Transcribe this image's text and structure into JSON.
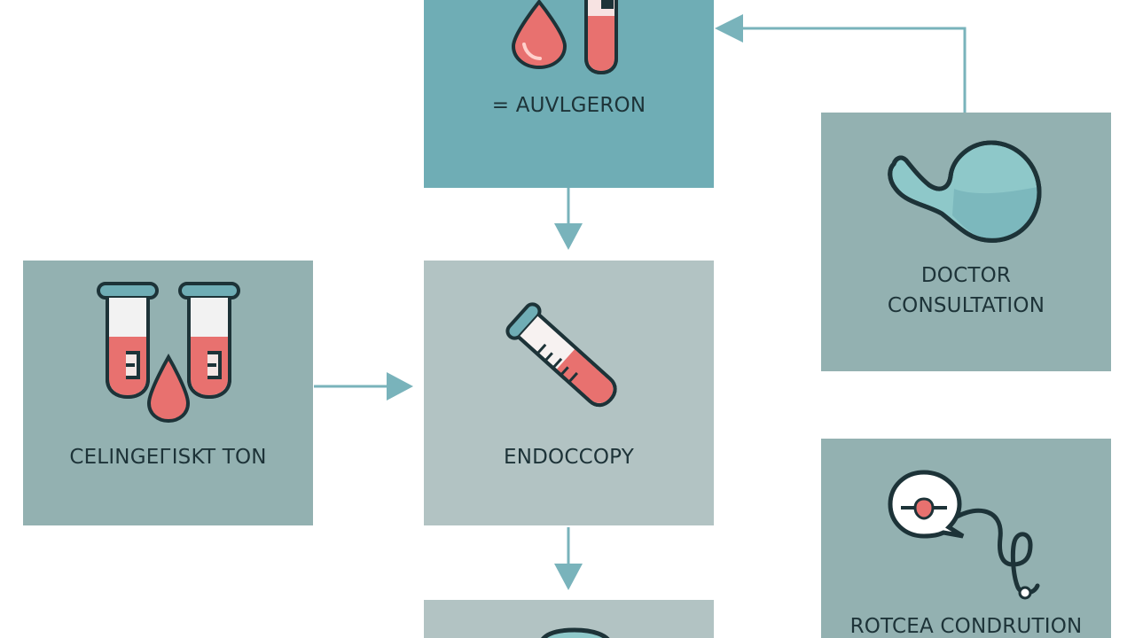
{
  "nodes": {
    "top": {
      "label": "= AUVLGERON"
    },
    "left": {
      "label": "CELINGEГISKT TON"
    },
    "center": {
      "label": "ENDOCCOPY"
    },
    "doctor": {
      "line1": "DOCTOR",
      "line2": "CONSULTATION"
    },
    "bottom_right": {
      "label": "ROTCEA CONDRUTION"
    }
  },
  "colors": {
    "teal_box": "#6fadb5",
    "gray_teal_box": "#93b1b1",
    "light_gray_box": "#b2c3c3",
    "arrow": "#79b3bb",
    "outline": "#1d3338",
    "blood": "#e8716f",
    "liquid_teal": "#8ec8c9"
  },
  "icons": {
    "top": [
      "blood-drop-icon",
      "test-tube-icon"
    ],
    "left": [
      "test-tubes-icon",
      "blood-drop-icon"
    ],
    "center": [
      "test-tube-icon"
    ],
    "doctor": [
      "stomach-icon"
    ],
    "bottom_right": [
      "stethoscope-icon",
      "speech-bubble-icon"
    ]
  }
}
